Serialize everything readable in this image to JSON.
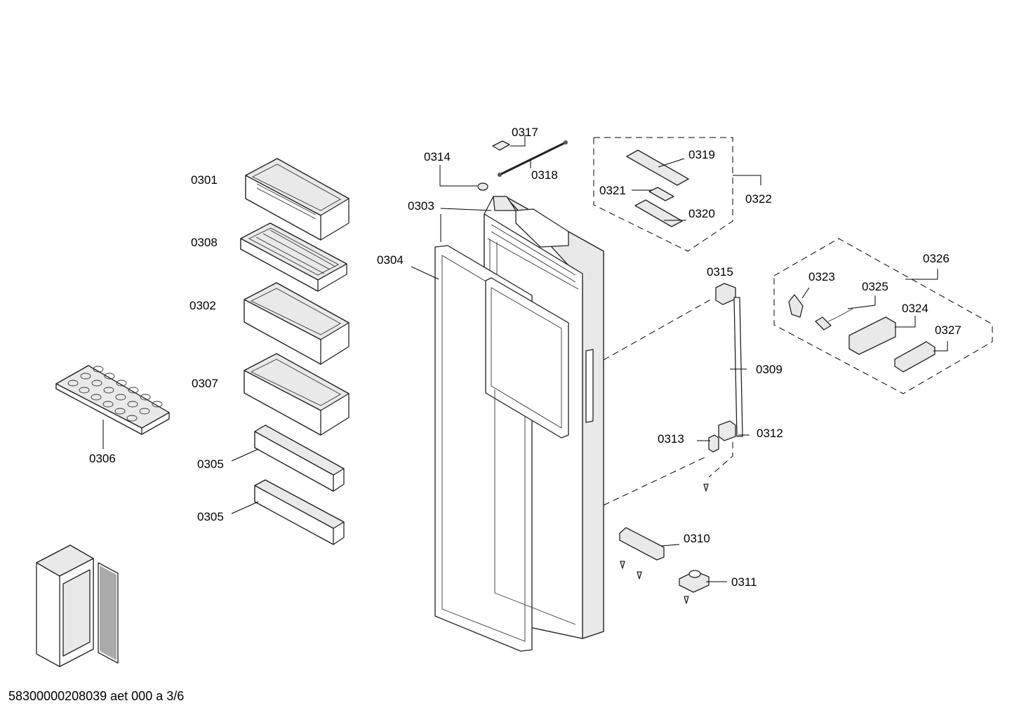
{
  "labels": {
    "p0301": "0301",
    "p0302": "0302",
    "p0303": "0303",
    "p0304": "0304",
    "p0305a": "0305",
    "p0305b": "0305",
    "p0306": "0306",
    "p0307": "0307",
    "p0308": "0308",
    "p0309": "0309",
    "p0310": "0310",
    "p0311": "0311",
    "p0312": "0312",
    "p0313": "0313",
    "p0314": "0314",
    "p0315": "0315",
    "p0317": "0317",
    "p0318": "0318",
    "p0319": "0319",
    "p0320": "0320",
    "p0321": "0321",
    "p0322": "0322",
    "p0323": "0323",
    "p0324": "0324",
    "p0325": "0325",
    "p0326": "0326",
    "p0327": "0327"
  },
  "footer": {
    "text": "58300000208039 aet 000 a 3/6"
  }
}
